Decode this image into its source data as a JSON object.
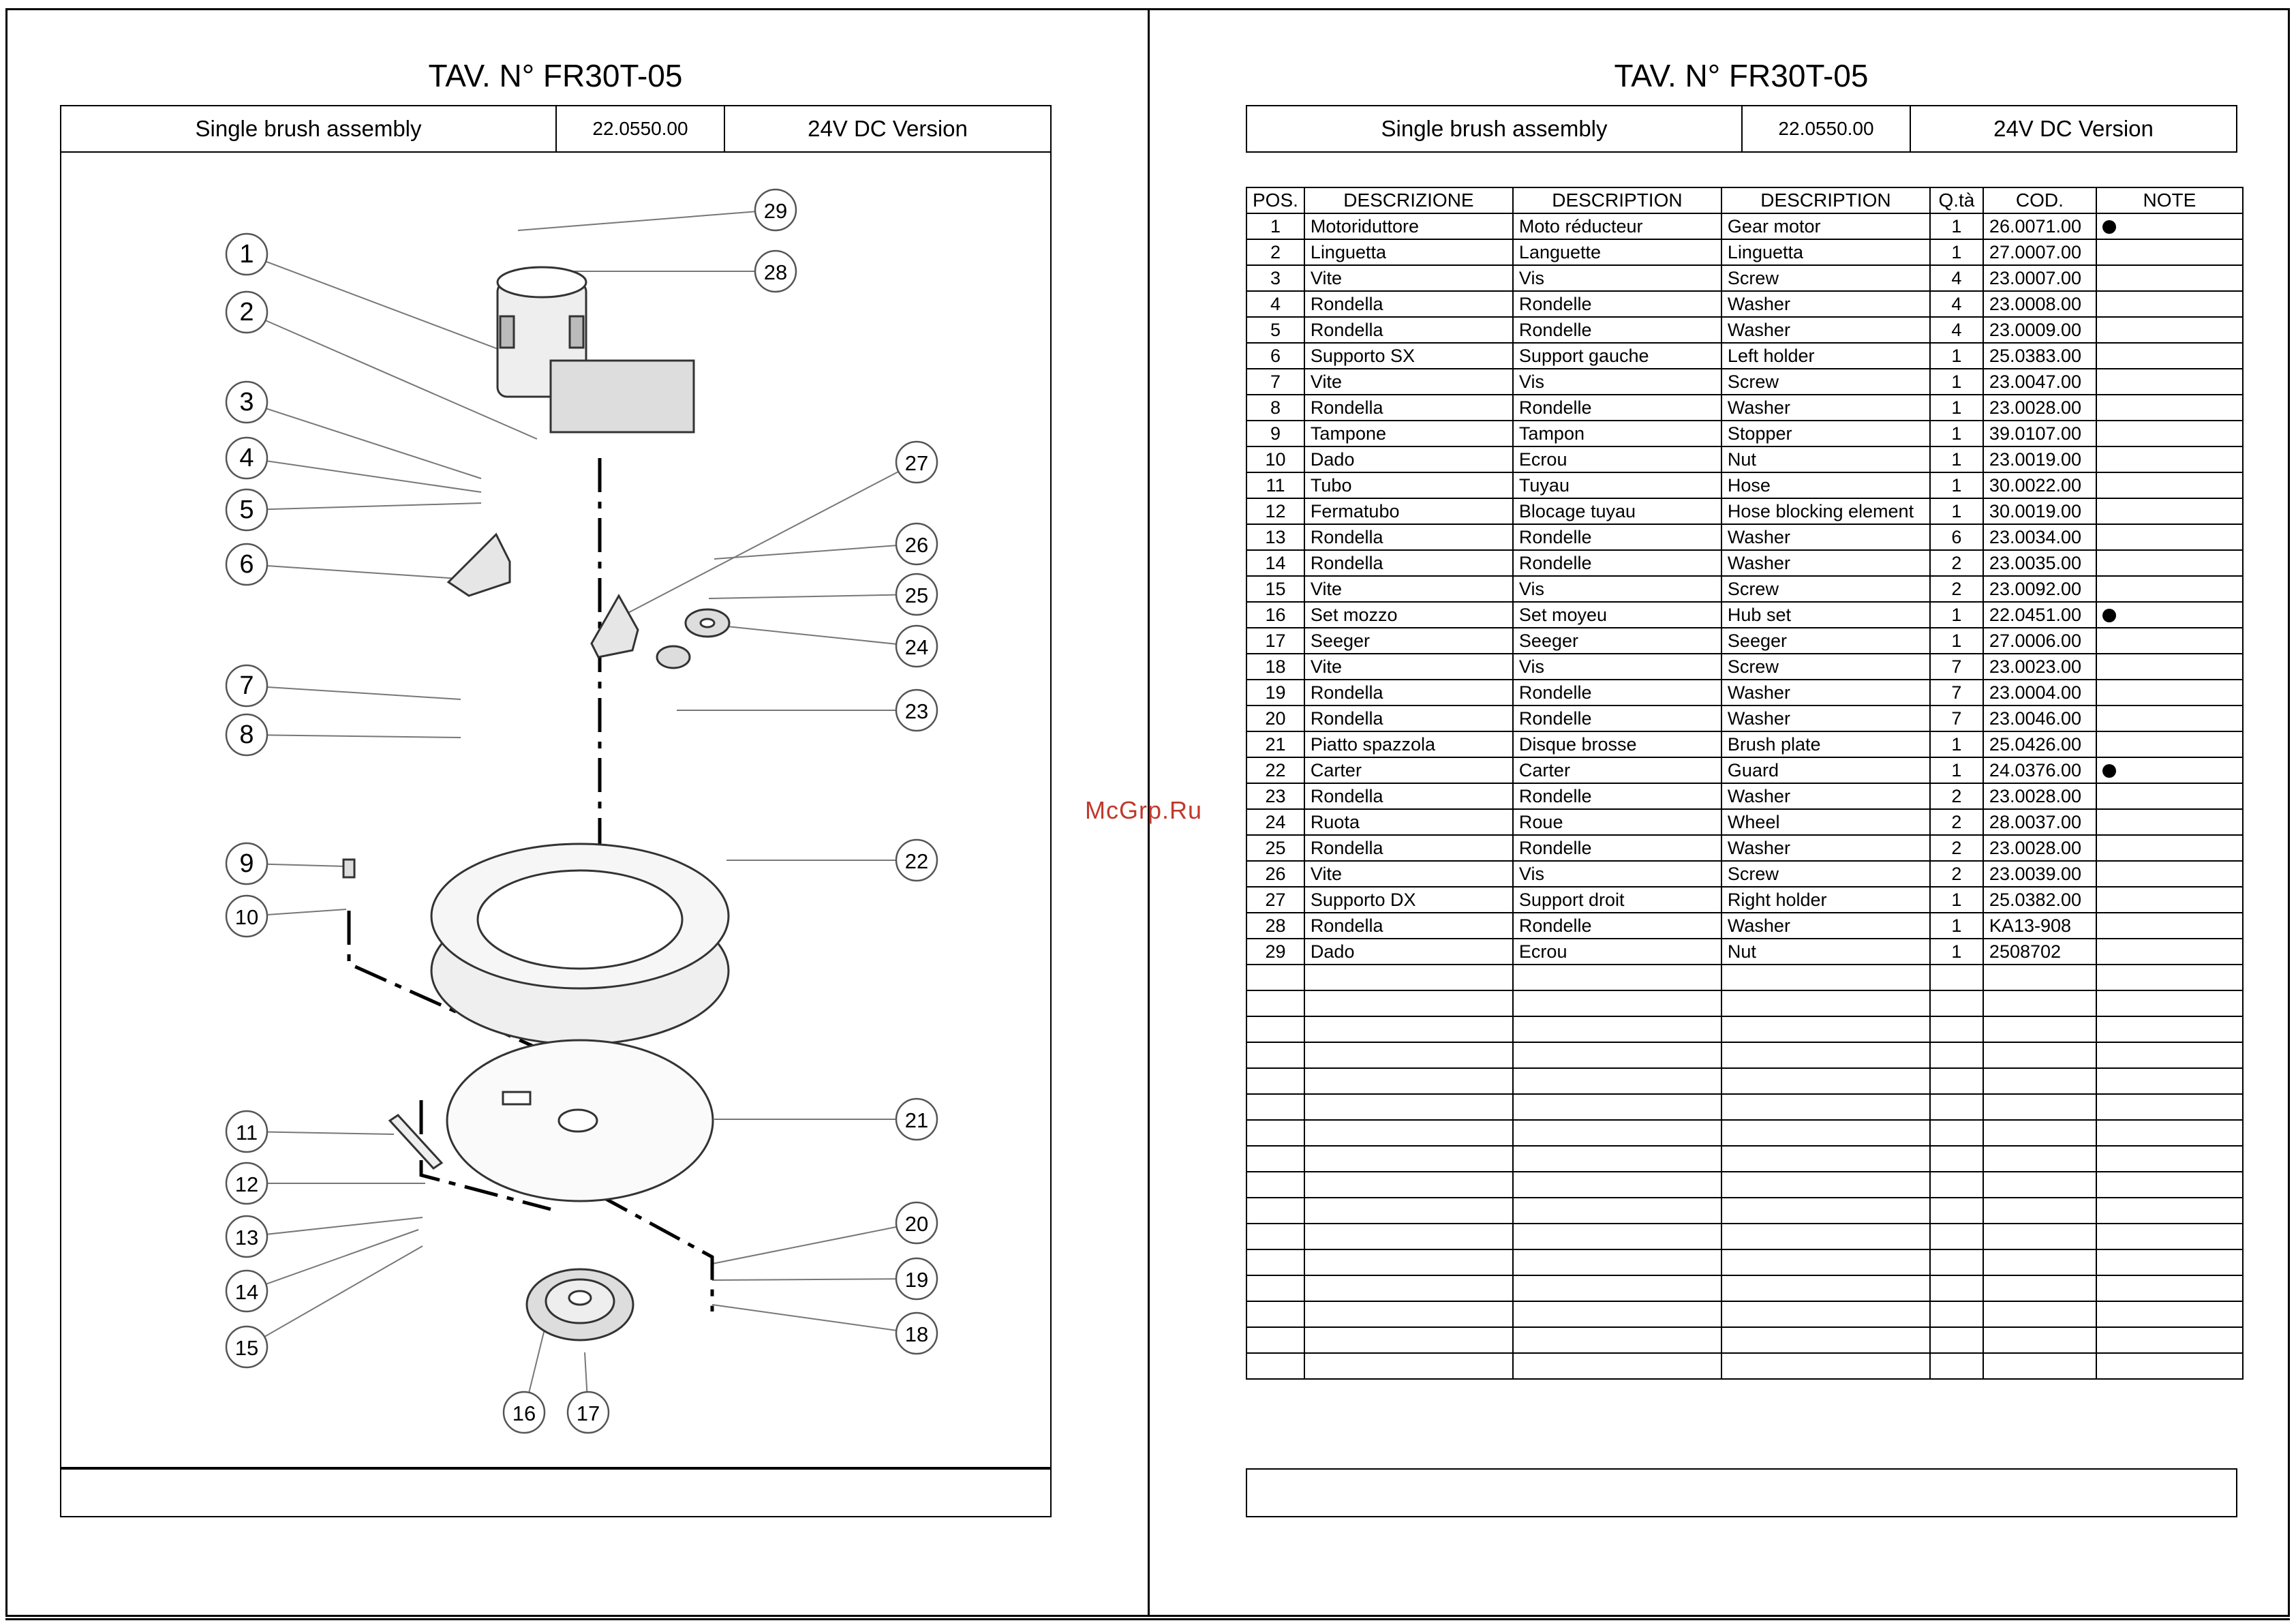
{
  "sheet": {
    "title": "TAV. N° FR30T-05",
    "assembly_name": "Single brush assembly",
    "assembly_code": "22.0550.00",
    "version": "24V DC Version"
  },
  "watermark": "McGrp.Ru",
  "callouts": [
    "1",
    "2",
    "3",
    "4",
    "5",
    "6",
    "7",
    "8",
    "9",
    "10",
    "11",
    "12",
    "13",
    "14",
    "15",
    "16",
    "17",
    "18",
    "19",
    "20",
    "21",
    "22",
    "23",
    "24",
    "25",
    "26",
    "27",
    "28",
    "29"
  ],
  "parts_table": {
    "headers": [
      "POS.",
      "DESCRIZIONE",
      "DESCRIPTION",
      "DESCRIPTION",
      "Q.tà",
      "COD.",
      "NOTE"
    ],
    "rows": [
      {
        "pos": "1",
        "it": "Motoriduttore",
        "fr": "Moto réducteur",
        "en": "Gear motor",
        "qty": "1",
        "code": "26.0071.00",
        "note": true
      },
      {
        "pos": "2",
        "it": "Linguetta",
        "fr": "Languette",
        "en": "Linguetta",
        "qty": "1",
        "code": "27.0007.00",
        "note": false
      },
      {
        "pos": "3",
        "it": "Vite",
        "fr": "Vis",
        "en": "Screw",
        "qty": "4",
        "code": "23.0007.00",
        "note": false
      },
      {
        "pos": "4",
        "it": "Rondella",
        "fr": "Rondelle",
        "en": "Washer",
        "qty": "4",
        "code": "23.0008.00",
        "note": false
      },
      {
        "pos": "5",
        "it": "Rondella",
        "fr": "Rondelle",
        "en": "Washer",
        "qty": "4",
        "code": "23.0009.00",
        "note": false
      },
      {
        "pos": "6",
        "it": "Supporto SX",
        "fr": "Support gauche",
        "en": "Left holder",
        "qty": "1",
        "code": "25.0383.00",
        "note": false
      },
      {
        "pos": "7",
        "it": "Vite",
        "fr": "Vis",
        "en": "Screw",
        "qty": "1",
        "code": "23.0047.00",
        "note": false
      },
      {
        "pos": "8",
        "it": "Rondella",
        "fr": "Rondelle",
        "en": "Washer",
        "qty": "1",
        "code": "23.0028.00",
        "note": false
      },
      {
        "pos": "9",
        "it": "Tampone",
        "fr": "Tampon",
        "en": "Stopper",
        "qty": "1",
        "code": "39.0107.00",
        "note": false
      },
      {
        "pos": "10",
        "it": "Dado",
        "fr": "Ecrou",
        "en": "Nut",
        "qty": "1",
        "code": "23.0019.00",
        "note": false
      },
      {
        "pos": "11",
        "it": "Tubo",
        "fr": "Tuyau",
        "en": "Hose",
        "qty": "1",
        "code": "30.0022.00",
        "note": false
      },
      {
        "pos": "12",
        "it": "Fermatubo",
        "fr": "Blocage tuyau",
        "en": "Hose blocking element",
        "qty": "1",
        "code": "30.0019.00",
        "note": false
      },
      {
        "pos": "13",
        "it": "Rondella",
        "fr": "Rondelle",
        "en": "Washer",
        "qty": "6",
        "code": "23.0034.00",
        "note": false
      },
      {
        "pos": "14",
        "it": "Rondella",
        "fr": "Rondelle",
        "en": "Washer",
        "qty": "2",
        "code": "23.0035.00",
        "note": false
      },
      {
        "pos": "15",
        "it": "Vite",
        "fr": "Vis",
        "en": "Screw",
        "qty": "2",
        "code": "23.0092.00",
        "note": false
      },
      {
        "pos": "16",
        "it": "Set mozzo",
        "fr": "Set moyeu",
        "en": "Hub set",
        "qty": "1",
        "code": "22.0451.00",
        "note": true
      },
      {
        "pos": "17",
        "it": "Seeger",
        "fr": "Seeger",
        "en": "Seeger",
        "qty": "1",
        "code": "27.0006.00",
        "note": false
      },
      {
        "pos": "18",
        "it": "Vite",
        "fr": "Vis",
        "en": "Screw",
        "qty": "7",
        "code": "23.0023.00",
        "note": false
      },
      {
        "pos": "19",
        "it": "Rondella",
        "fr": "Rondelle",
        "en": "Washer",
        "qty": "7",
        "code": "23.0004.00",
        "note": false
      },
      {
        "pos": "20",
        "it": "Rondella",
        "fr": "Rondelle",
        "en": "Washer",
        "qty": "7",
        "code": "23.0046.00",
        "note": false
      },
      {
        "pos": "21",
        "it": "Piatto spazzola",
        "fr": "Disque brosse",
        "en": "Brush plate",
        "qty": "1",
        "code": "25.0426.00",
        "note": false
      },
      {
        "pos": "22",
        "it": "Carter",
        "fr": "Carter",
        "en": "Guard",
        "qty": "1",
        "code": "24.0376.00",
        "note": true
      },
      {
        "pos": "23",
        "it": "Rondella",
        "fr": "Rondelle",
        "en": "Washer",
        "qty": "2",
        "code": "23.0028.00",
        "note": false
      },
      {
        "pos": "24",
        "it": "Ruota",
        "fr": "Roue",
        "en": "Wheel",
        "qty": "2",
        "code": "28.0037.00",
        "note": false
      },
      {
        "pos": "25",
        "it": "Rondella",
        "fr": "Rondelle",
        "en": "Washer",
        "qty": "2",
        "code": "23.0028.00",
        "note": false
      },
      {
        "pos": "26",
        "it": "Vite",
        "fr": "Vis",
        "en": "Screw",
        "qty": "2",
        "code": "23.0039.00",
        "note": false
      },
      {
        "pos": "27",
        "it": "Supporto DX",
        "fr": "Support droit",
        "en": "Right holder",
        "qty": "1",
        "code": "25.0382.00",
        "note": false
      },
      {
        "pos": "28",
        "it": "Rondella",
        "fr": "Rondelle",
        "en": "Washer",
        "qty": "1",
        "code": "KA13-908",
        "note": false
      },
      {
        "pos": "29",
        "it": "Dado",
        "fr": "Ecrou",
        "en": "Nut",
        "qty": "1",
        "code": "2508702",
        "note": false
      }
    ],
    "empty_rows": 16
  },
  "colors": {
    "ink": "#000000",
    "leader": "#777777",
    "watermark": "#c0392b"
  }
}
